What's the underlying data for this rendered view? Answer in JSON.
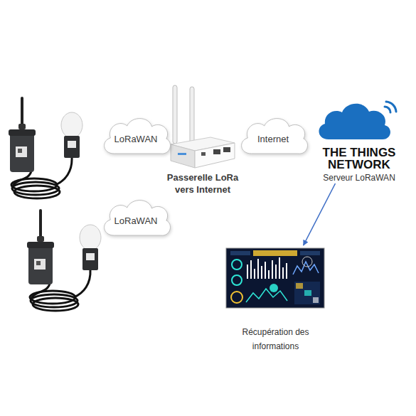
{
  "diagram": {
    "nodes": [
      {
        "text": [
          "LoRaWAN"
        ]
      },
      {
        "text": [
          "Passerelle LoRa vers Internet"
        ]
      },
      {
        "text": [
          "Internet"
        ]
      },
      {
        "text": [
          "THE THINGS NETWORK",
          "Serveur LoRaWAN"
        ]
      },
      {
        "text": [
          "LoRaWAN"
        ]
      },
      {
        "text": [
          "Récupération des informations"
        ]
      }
    ],
    "edges": [
      {
        "from": 3,
        "to": 5,
        "arrow": "to"
      }
    ]
  }
}
